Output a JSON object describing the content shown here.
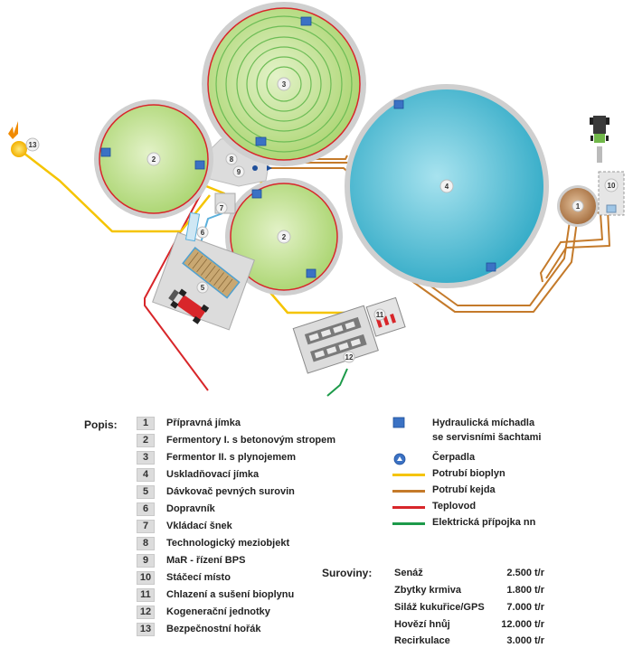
{
  "diagram": {
    "tag_numbers": {
      "t1": "1",
      "t2a": "2",
      "t2b": "2",
      "t3": "3",
      "t4": "4",
      "t5": "5",
      "t6": "6",
      "t7": "7",
      "t8": "8",
      "t9": "9",
      "t10": "10",
      "t11": "11",
      "t12": "12",
      "t13": "13"
    }
  },
  "legend": {
    "title": "Popis:",
    "items": [
      {
        "num": "1",
        "label": "Přípravná jímka"
      },
      {
        "num": "2",
        "label": "Fermentory I. s betonovým stropem"
      },
      {
        "num": "3",
        "label": "Fermentor II. s plynojemem"
      },
      {
        "num": "4",
        "label": "Uskladňovací jímka"
      },
      {
        "num": "5",
        "label": "Dávkovač pevných surovin"
      },
      {
        "num": "6",
        "label": "Dopravník"
      },
      {
        "num": "7",
        "label": "Vkládací šnek"
      },
      {
        "num": "8",
        "label": "Technologický meziobjekt"
      },
      {
        "num": "9",
        "label": "MaR - řízení BPS"
      },
      {
        "num": "10",
        "label": "Stáčecí místo"
      },
      {
        "num": "11",
        "label": "Chlazení a sušení bioplynu"
      },
      {
        "num": "12",
        "label": "Kogenerační jednotky"
      },
      {
        "num": "13",
        "label": "Bezpečnostní hořák"
      }
    ]
  },
  "symbols": {
    "mixer_line1": "Hydraulická míchadla",
    "mixer_line2": "se servisními šachtami",
    "pump": "Čerpadla",
    "lines": [
      {
        "label": "Potrubí bioplyn",
        "color": "#f5c400"
      },
      {
        "label": "Potrubí kejda",
        "color": "#c47a2a"
      },
      {
        "label": "Teplovod",
        "color": "#d8262a"
      },
      {
        "label": "Elektrická přípojka nn",
        "color": "#1d9a4a"
      }
    ]
  },
  "suroviny": {
    "title": "Suroviny:",
    "items": [
      {
        "name": "Senáž",
        "value": "2.500 t/r"
      },
      {
        "name": "Zbytky krmiva",
        "value": "1.800 t/r"
      },
      {
        "name": "Siláž kukuřice/GPS",
        "value": "7.000 t/r"
      },
      {
        "name": "Hovězí hnůj",
        "value": "12.000 t/r"
      },
      {
        "name": "Recirkulace",
        "value": "3.000 t/r"
      }
    ]
  },
  "colors": {
    "fermenter_green": "#b7dc7f",
    "storage_blue": "#3fb7d1",
    "prep_tank_brown": "#b07a4a",
    "building_gray": "#d9d9d9"
  }
}
